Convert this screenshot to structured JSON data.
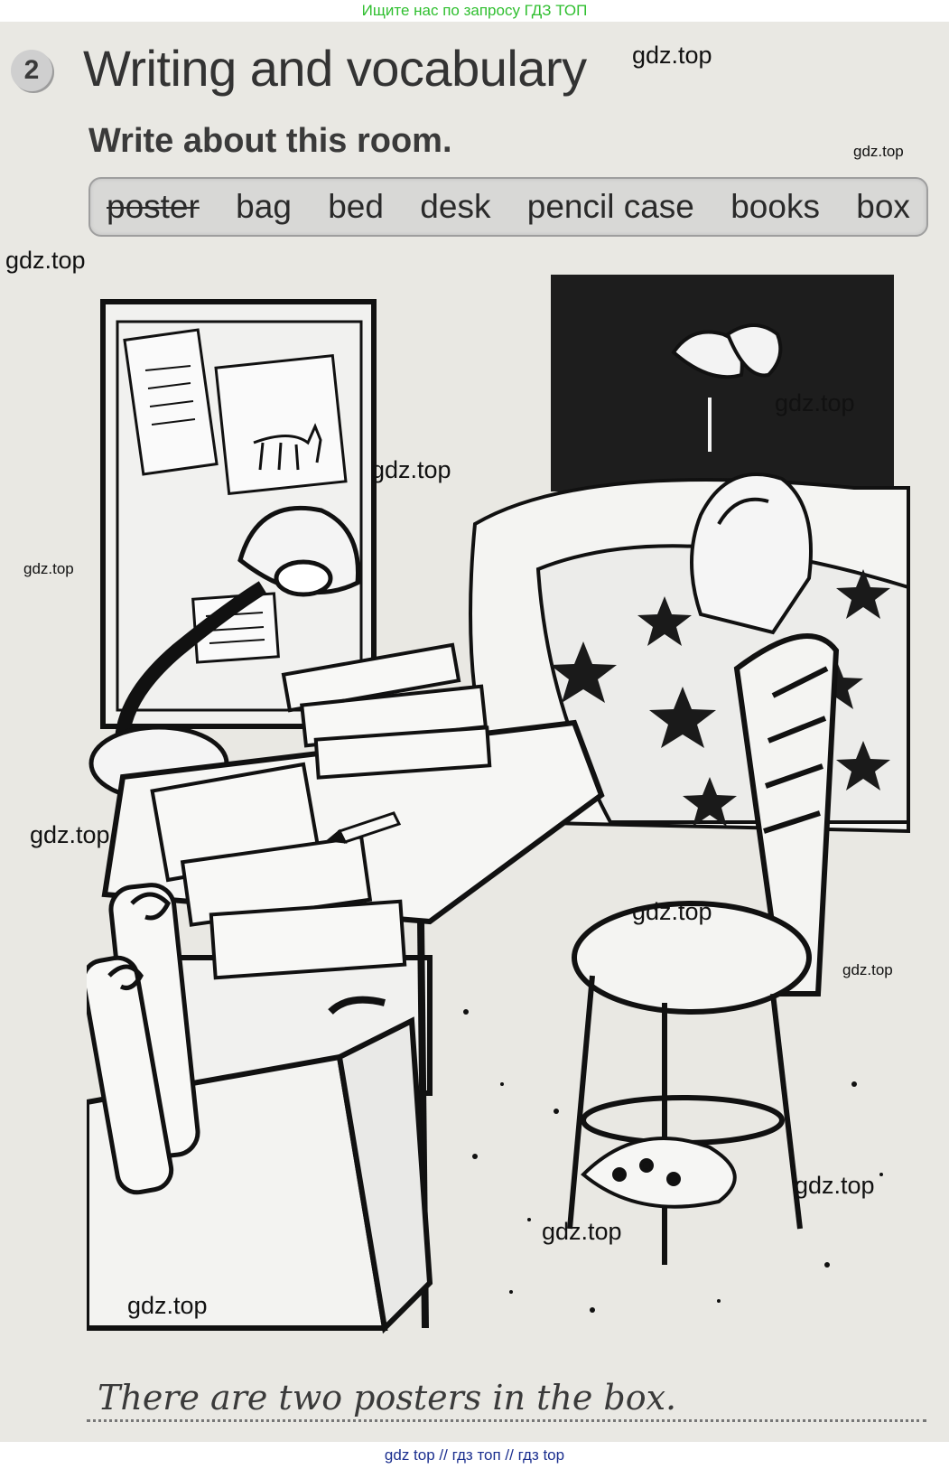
{
  "banner": "Ищите нас по запросу ГДЗ ТОП",
  "exercise": {
    "number": "2",
    "title": "Writing and vocabulary",
    "instruction": "Write about this room.",
    "word_box": [
      "poster",
      "bag",
      "bed",
      "desk",
      "pencil case",
      "books",
      "box"
    ],
    "answer": "There are two posters in the box."
  },
  "watermark_text": "gdz.top",
  "footer": "gdz top  //  гдз топ  //  гдз top",
  "colors": {
    "banner_text": "#2fbf2f",
    "footer_text": "#1b2f8f"
  }
}
